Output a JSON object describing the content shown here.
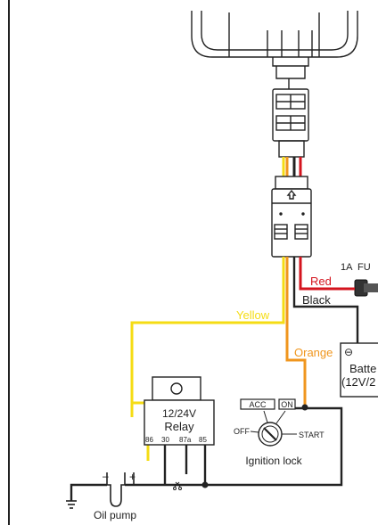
{
  "wires": {
    "yellow_label": "Yellow",
    "red_label": "Red",
    "black_label": "Black",
    "orange_label": "Orange"
  },
  "fuse": {
    "rating_label": "1A",
    "name_label": "FU"
  },
  "battery": {
    "minus_symbol": "⊖",
    "label": "Batte",
    "voltage_label": "(12V/2"
  },
  "relay": {
    "voltage_label": "12/24V",
    "title": "Relay",
    "pins": [
      "86",
      "30",
      "87a",
      "85"
    ]
  },
  "ignition_lock": {
    "acc_label": "ACC",
    "on_label": "ON",
    "off_label": "OFF",
    "start_label": "START",
    "title": "Ignition lock"
  },
  "oil_pump": {
    "minus_symbol": "–",
    "plus_symbol": "+",
    "title": "Oil pump"
  },
  "colors": {
    "yellow": "#f5dc14",
    "red": "#d4141e",
    "orange": "#f0961e",
    "black": "#222222"
  }
}
